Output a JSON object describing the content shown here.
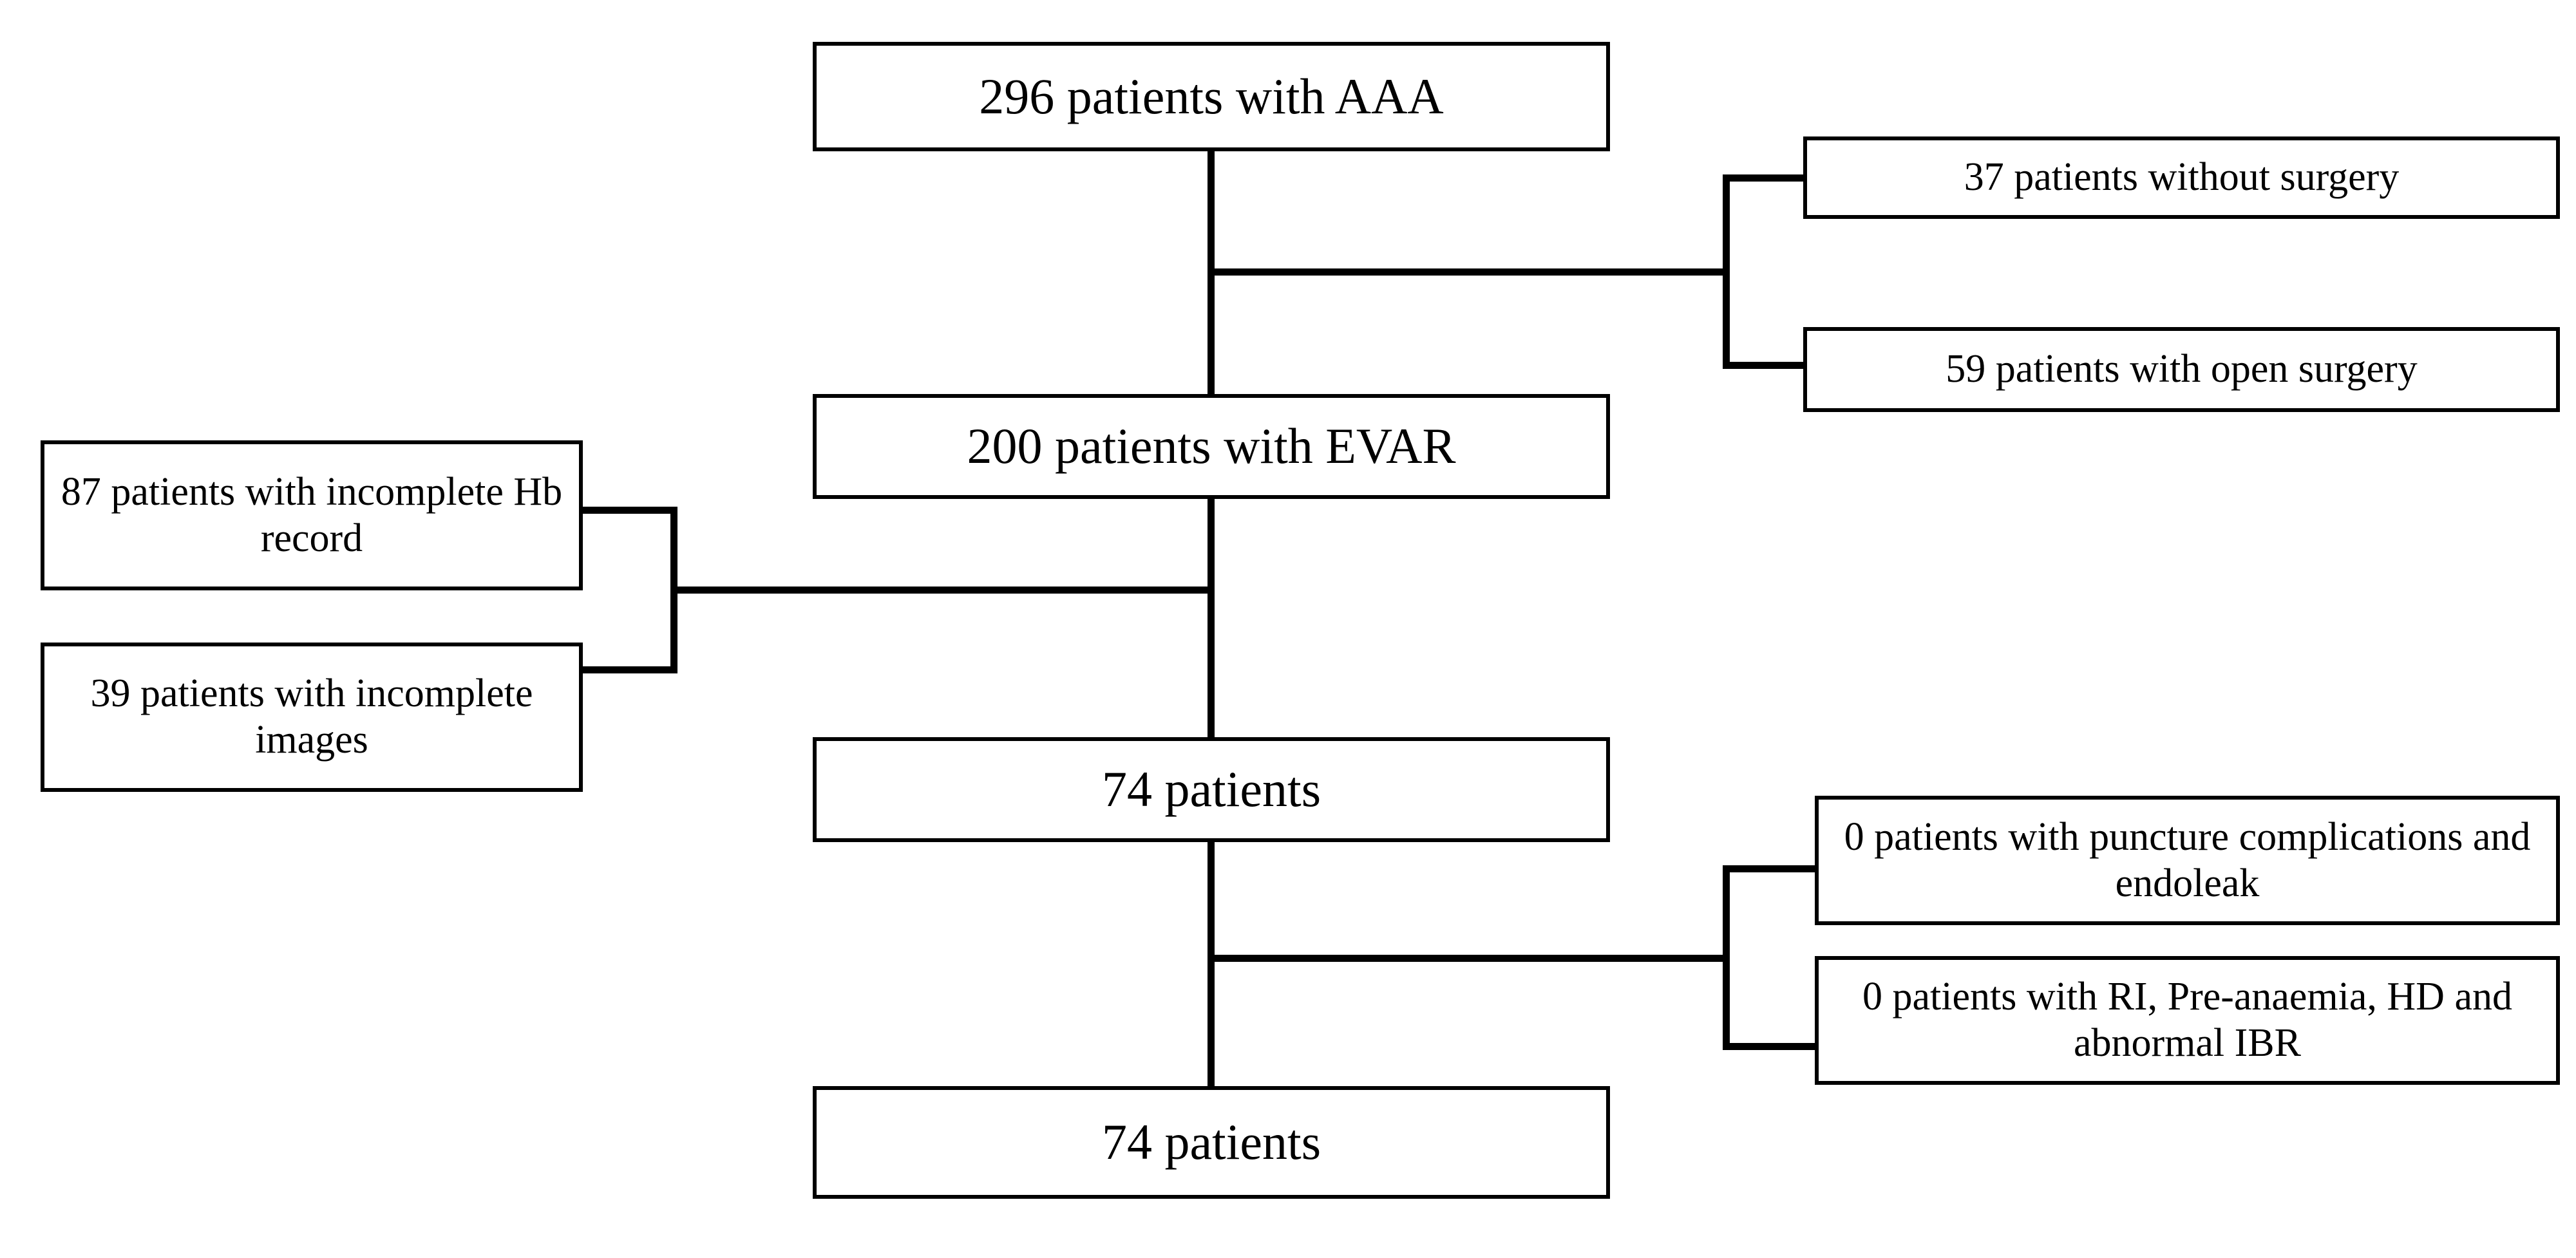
{
  "diagram": {
    "type": "patient-selection-flowchart",
    "orientation": "vertical",
    "line_color": "#000000",
    "box_border_color": "#000000",
    "background_color": "#ffffff",
    "text_color": "#000000"
  },
  "main_flow": [
    {
      "id": "node-296-aaa",
      "label": "296 patients with AAA"
    },
    {
      "id": "node-200-evar",
      "label": "200 patients with EVAR"
    },
    {
      "id": "node-74-a",
      "label": "74 patients"
    },
    {
      "id": "node-74-b",
      "label": "74 patients"
    }
  ],
  "exclusions": {
    "after_aaa": [
      {
        "id": "excl-37-no-surgery",
        "label": "37 patients without surgery"
      },
      {
        "id": "excl-59-open-surgery",
        "label": "59 patients with open surgery"
      }
    ],
    "after_evar": [
      {
        "id": "excl-87-hb",
        "label": "87 patients with incomplete Hb record"
      },
      {
        "id": "excl-39-images",
        "label": "39 patients with incomplete images"
      }
    ],
    "after_74": [
      {
        "id": "excl-0-puncture",
        "label": "0 patients with puncture complications and endoleak"
      },
      {
        "id": "excl-0-ri",
        "label": "0 patients with RI, Pre-anaemia, HD and abnormal IBR"
      }
    ]
  },
  "counts": {
    "total_aaa": 296,
    "evar": 200,
    "analysed": 74,
    "final": 74,
    "excluded_no_surgery": 37,
    "excluded_open_surgery": 59,
    "excluded_incomplete_hb": 87,
    "excluded_incomplete_images": 39,
    "excluded_puncture_endoleak": 0,
    "excluded_ri_preanaemia_hd_ibr": 0
  }
}
